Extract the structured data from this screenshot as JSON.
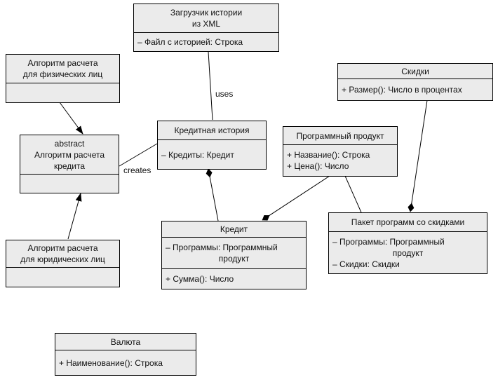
{
  "diagram": {
    "background": "#ffffff",
    "box_fill": "#ebebeb",
    "line_color": "#000000",
    "edge_labels": {
      "uses": "uses",
      "creates": "creates"
    },
    "classes": {
      "history_loader": {
        "title": "Загрузчик истории\nиз XML",
        "attributes": [
          "– Файл с историей: Строка"
        ]
      },
      "algo_individuals": {
        "title": "Алгоритм расчета\nдля физических лиц",
        "attributes": []
      },
      "algo_abstract": {
        "title": "abstract\nАлгоритм расчета\nкредита",
        "attributes": []
      },
      "algo_legal": {
        "title": "Алгоритм расчета\nдля юридических лиц",
        "attributes": []
      },
      "credit_history": {
        "title": "Кредитная история",
        "attributes": [
          "– Кредиты: Кредит"
        ]
      },
      "software_product": {
        "title": "Программный продукт",
        "attributes": [
          "+ Название(): Строка",
          "+ Цена(): Число"
        ]
      },
      "discounts": {
        "title": "Скидки",
        "attributes": [
          "+ Размер(): Число в процентах"
        ]
      },
      "credit": {
        "title": "Кредит",
        "attributes": [
          "– Программы: Программный\nпродукт"
        ],
        "methods": [
          "+ Сумма(): Число"
        ]
      },
      "discount_package": {
        "title": "Пакет программ со скидками",
        "attributes": [
          "– Программы: Программный\nпродукт",
          "– Скидки: Скидки"
        ]
      },
      "currency": {
        "title": "Валюта",
        "attributes": [
          "+ Наименование(): Строка"
        ]
      }
    }
  }
}
